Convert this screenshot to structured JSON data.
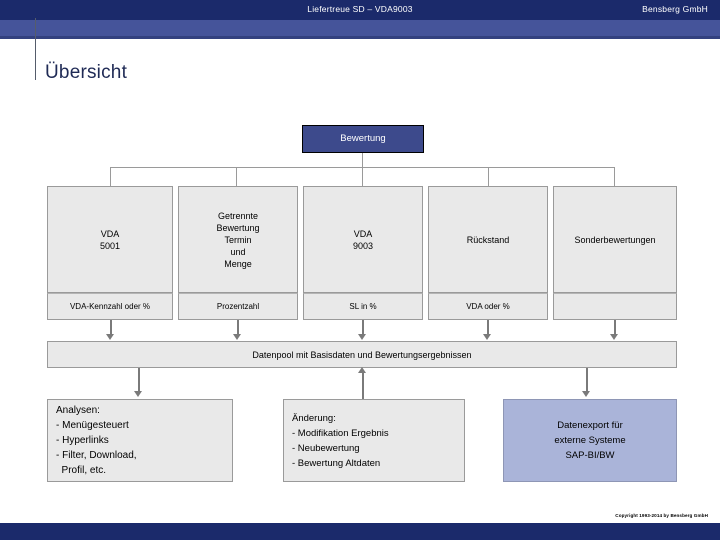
{
  "header": {
    "title": "Liefertreue SD – VDA9003",
    "company": "Bensberg GmbH"
  },
  "page_title": "Übersicht",
  "diagram": {
    "root": {
      "label": "Bewertung"
    },
    "columns": [
      {
        "top": "VDA\n5001",
        "bottom": "VDA-Kennzahl oder %"
      },
      {
        "top": "Getrennte\nBewertung\nTermin\nund\nMenge",
        "bottom": "Prozentzahl"
      },
      {
        "top": "VDA\n9003",
        "bottom": "SL in %"
      },
      {
        "top": "Rückstand",
        "bottom": "VDA oder %"
      },
      {
        "top": "Sonderbewertungen",
        "bottom": ""
      }
    ],
    "datapool": {
      "label": "Datenpool mit Basisdaten und Bewertungsergebnissen"
    },
    "bottom_boxes": [
      {
        "name": "analysen",
        "align": "left",
        "lines": [
          "Analysen:",
          "- Menügesteuert",
          "- Hyperlinks",
          "- Filter, Download,",
          "  Profil, etc."
        ],
        "color": "#e9e9e9",
        "arrow": "down"
      },
      {
        "name": "aenderung",
        "align": "left",
        "lines": [
          "Änderung:",
          "- Modifikation Ergebnis",
          "- Neubewertung",
          "- Bewertung Altdaten"
        ],
        "color": "#e9e9e9",
        "arrow": "up"
      },
      {
        "name": "datenexport",
        "align": "center",
        "lines": [
          "Datenexport für",
          "externe Systeme",
          "SAP-BI/BW"
        ],
        "color": "#aab4d9",
        "arrow": "down"
      }
    ]
  },
  "footer": {
    "copyright": "Copyright 1993-2014 by Bensberg GmbH"
  },
  "colors": {
    "header_blue": "#1b2a6b",
    "header_sub_blue": "#45549a",
    "node_blue": "#3d4a8c",
    "box_gray": "#e9e9e9",
    "accent_periwinkle": "#aab4d9",
    "title_text": "#1f2a55"
  }
}
